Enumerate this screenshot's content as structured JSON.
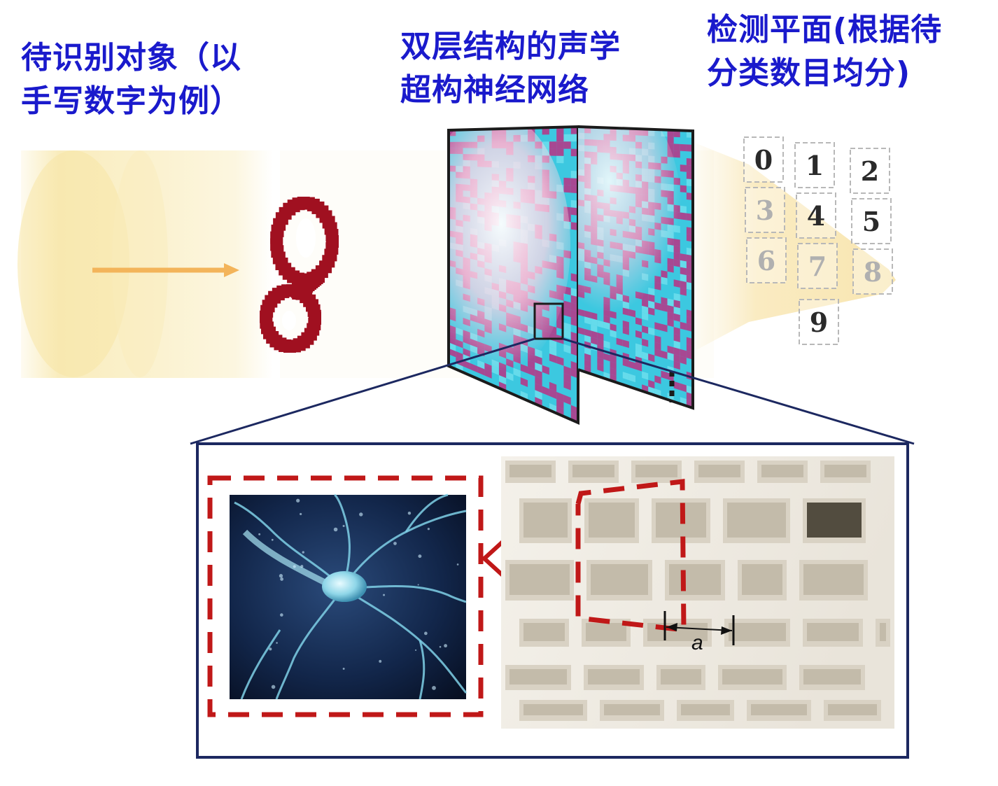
{
  "captions": {
    "object": [
      "待识别对象（以",
      "手写数字为例）"
    ],
    "network": [
      "双层结构的声学",
      "超构神经网络"
    ],
    "detector": [
      "检测平面(根据待",
      "分类数目均分)"
    ]
  },
  "detector_digits": [
    "0",
    "1",
    "2",
    "3",
    "4",
    "5",
    "6",
    "7",
    "8",
    "9"
  ],
  "highlighted_digit": "8",
  "input_digit_shape": "8",
  "period_label": "a",
  "colors": {
    "caption_text": "#1a1acc",
    "input_digit": "#a01020",
    "beam": "#f7e6a6",
    "arrow": "#f3b45a",
    "metasurface_cyan": "#3cc8e0",
    "metasurface_magenta": "#b23a8a",
    "dashed_highlight": "#c01818",
    "frame": "#1c2860"
  },
  "icons": [
    "neuron-image",
    "metastructure-photo",
    "double-arrow-icon"
  ]
}
